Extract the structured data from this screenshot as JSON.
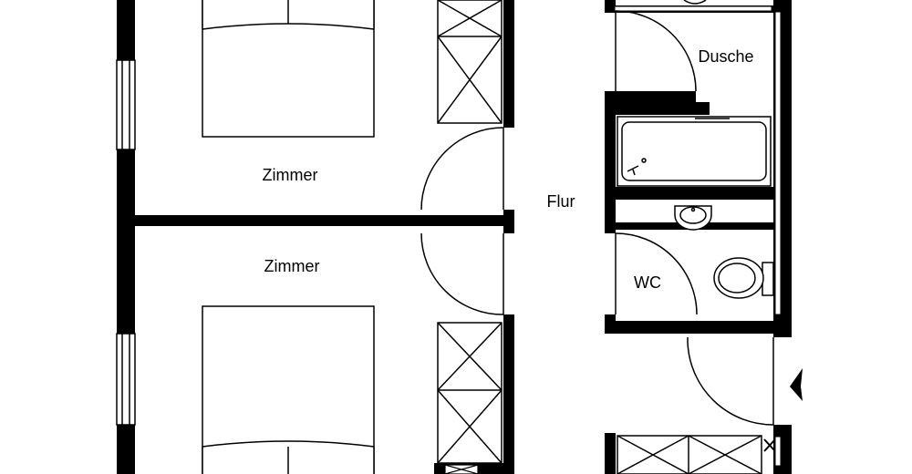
{
  "rooms": {
    "bedroom_top": "Zimmer",
    "bedroom_bottom": "Zimmer",
    "hallway": "Flur",
    "shower": "Dusche",
    "toilet": "WC"
  },
  "colors": {
    "wall": "#000000",
    "background": "#ffffff",
    "line": "#000000"
  }
}
